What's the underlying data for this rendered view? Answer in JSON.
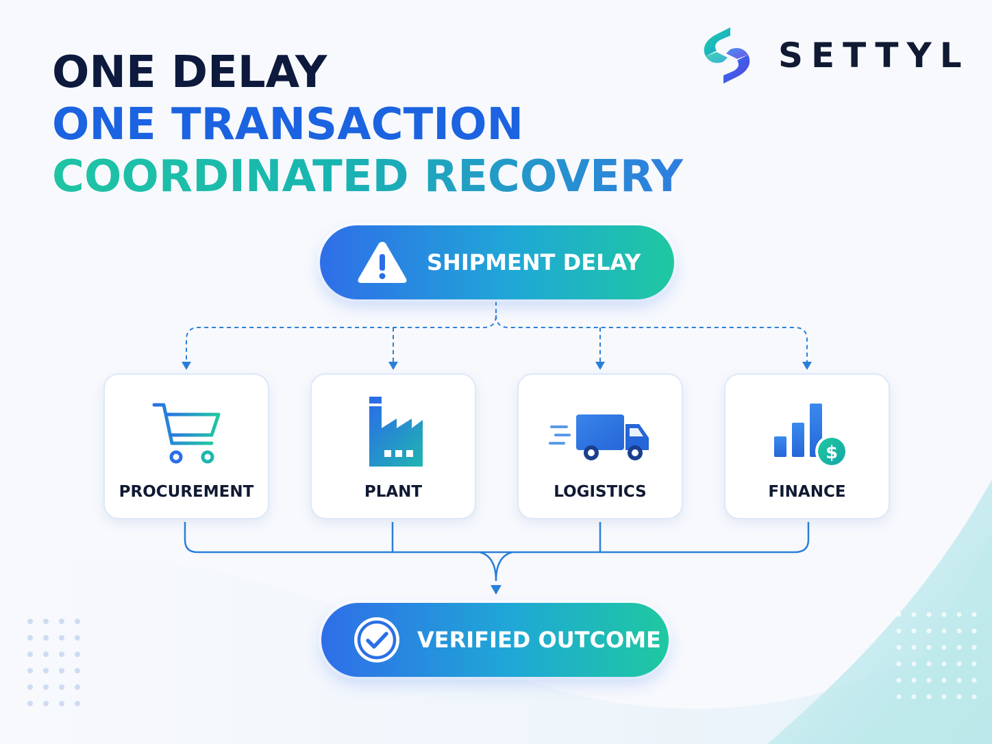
{
  "headline": {
    "line1": "ONE DELAY",
    "line2": "ONE TRANSACTION",
    "line3": "COORDINATED RECOVERY"
  },
  "brand": {
    "name": "SETTYL",
    "logo_icon": "settyl-logo-icon"
  },
  "trigger": {
    "label": "SHIPMENT DELAY",
    "icon": "warning-triangle-icon"
  },
  "functions": [
    {
      "label": "PROCUREMENT",
      "icon": "shopping-cart-icon"
    },
    {
      "label": "PLANT",
      "icon": "factory-icon"
    },
    {
      "label": "LOGISTICS",
      "icon": "delivery-truck-icon"
    },
    {
      "label": "FINANCE",
      "icon": "bar-chart-dollar-icon"
    }
  ],
  "outcome": {
    "label": "VERIFIED OUTCOME",
    "icon": "check-circle-icon"
  },
  "colors": {
    "navy": "#0d1a3d",
    "blue": "#1b63e0",
    "teal": "#1fc4a4",
    "connector": "#2a7fd8"
  }
}
